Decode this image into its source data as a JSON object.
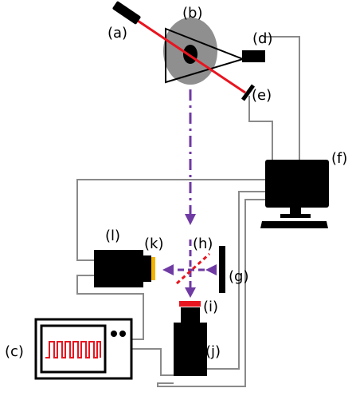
{
  "labels": {
    "a": "(a)",
    "b": "(b)",
    "c": "(c)",
    "d": "(d)",
    "e": "(e)",
    "f": "(f)",
    "g": "(g)",
    "h": "(h)",
    "i": "(i)",
    "j": "(j)",
    "k": "(k)",
    "l": "(l)"
  },
  "colors": {
    "laser_beam": "#e8141f",
    "optical_path": "#6f3aa3",
    "cable": "#8a8a8a",
    "device_body": "#000000",
    "sample_disk": "#8f8f8f",
    "filter_k": "#f2b400",
    "filter_i": "#e8141f",
    "screen_signal": "#e8141f"
  }
}
